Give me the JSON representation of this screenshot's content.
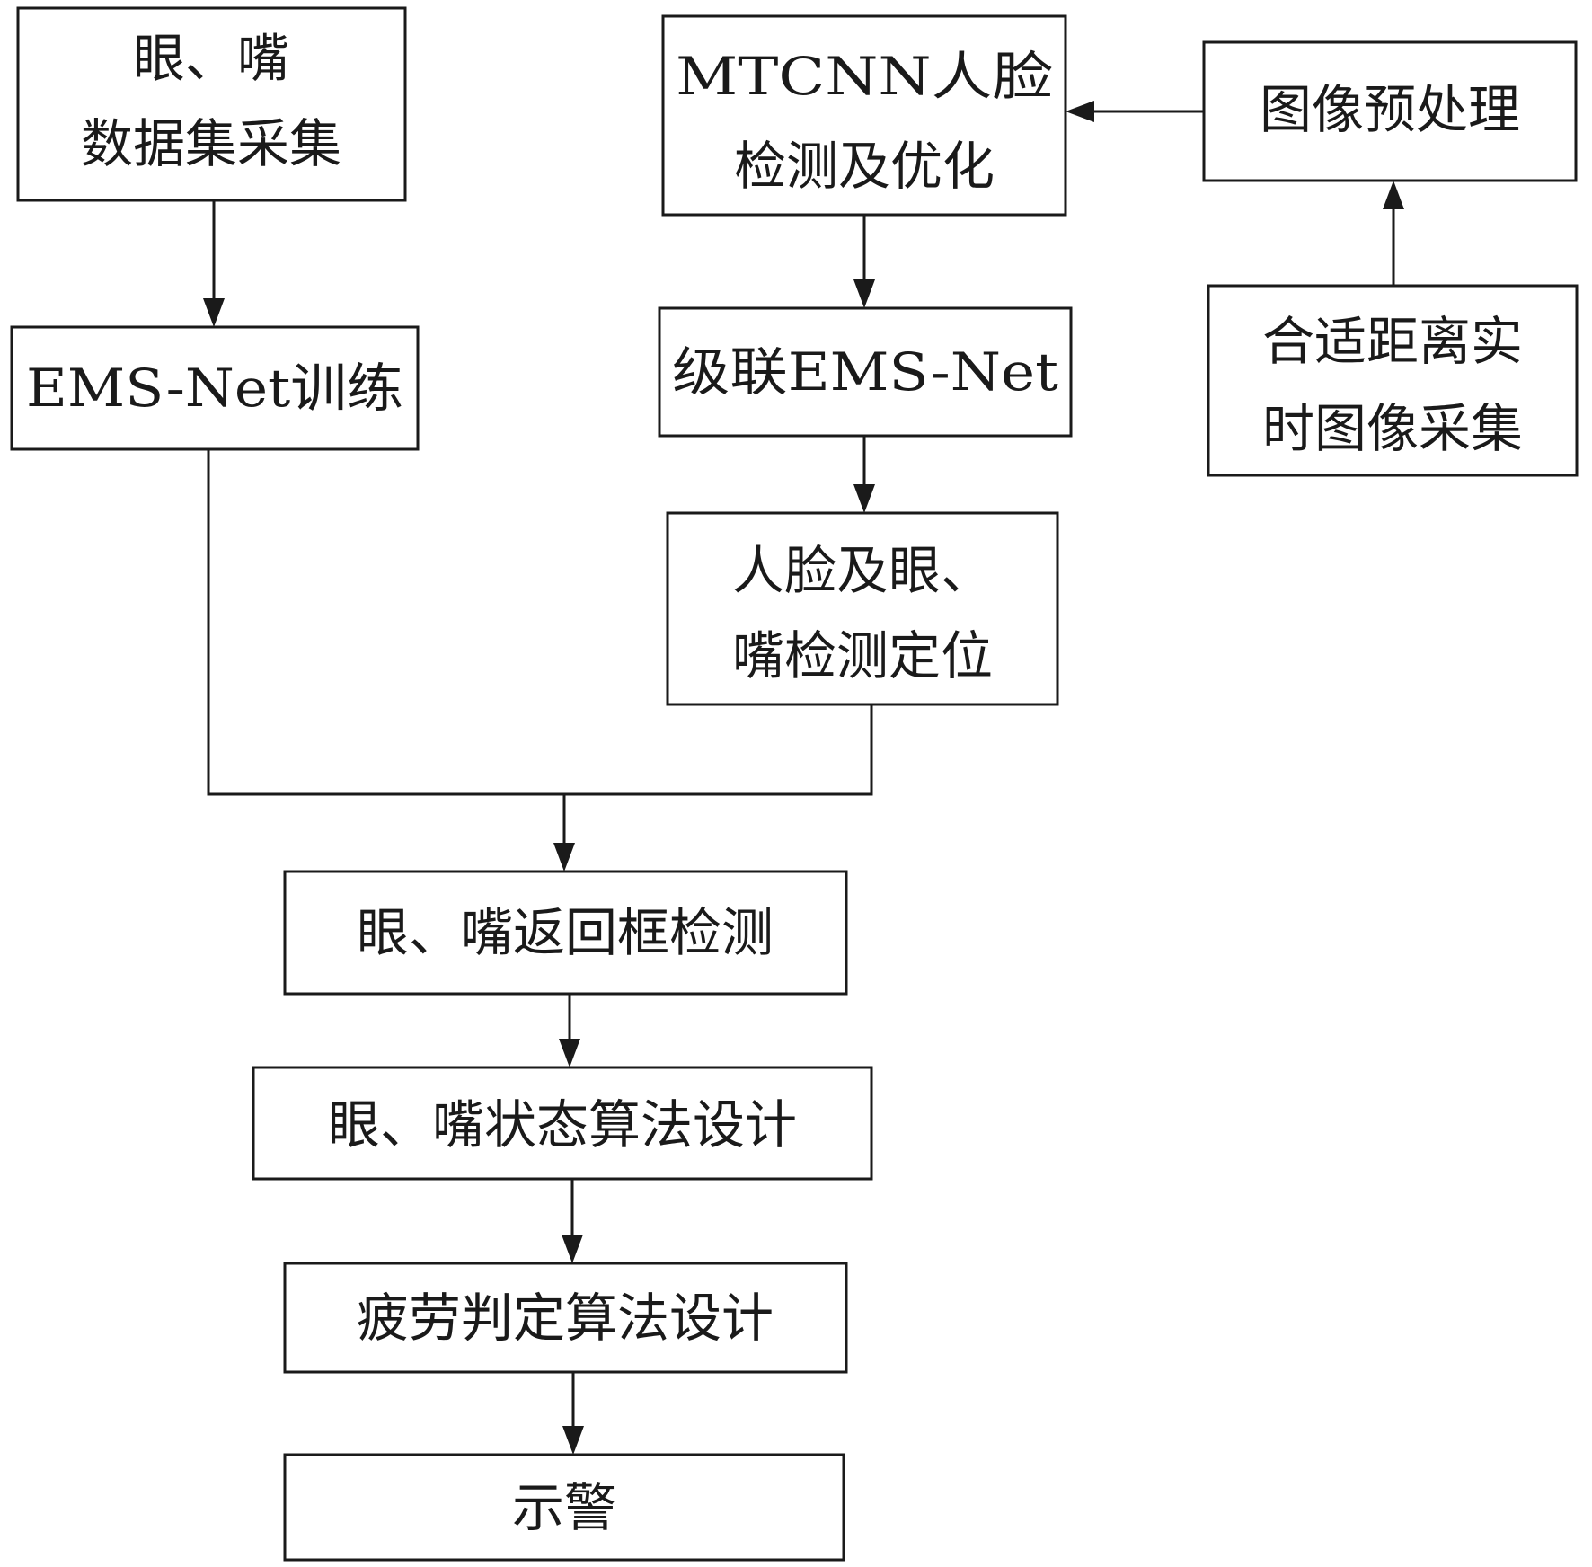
{
  "nodes": {
    "dataset": {
      "lines": [
        "眼、嘴",
        "数据集采集"
      ]
    },
    "train": {
      "lines": [
        "EMS-Net训练"
      ]
    },
    "mtcnn": {
      "lines": [
        "MTCNN人脸",
        "检测及优化"
      ]
    },
    "preprocess": {
      "lines": [
        "图像预处理"
      ]
    },
    "capture": {
      "lines": [
        "合适距离实",
        "时图像采集"
      ]
    },
    "cascade": {
      "lines": [
        "级联EMS-Net"
      ]
    },
    "locate": {
      "lines": [
        "人脸及眼、",
        "嘴检测定位"
      ]
    },
    "bbox": {
      "lines": [
        "眼、嘴返回框检测"
      ]
    },
    "state": {
      "lines": [
        "眼、嘴状态算法设计"
      ]
    },
    "fatigue": {
      "lines": [
        "疲劳判定算法设计"
      ]
    },
    "warn": {
      "lines": [
        "示警"
      ]
    }
  }
}
